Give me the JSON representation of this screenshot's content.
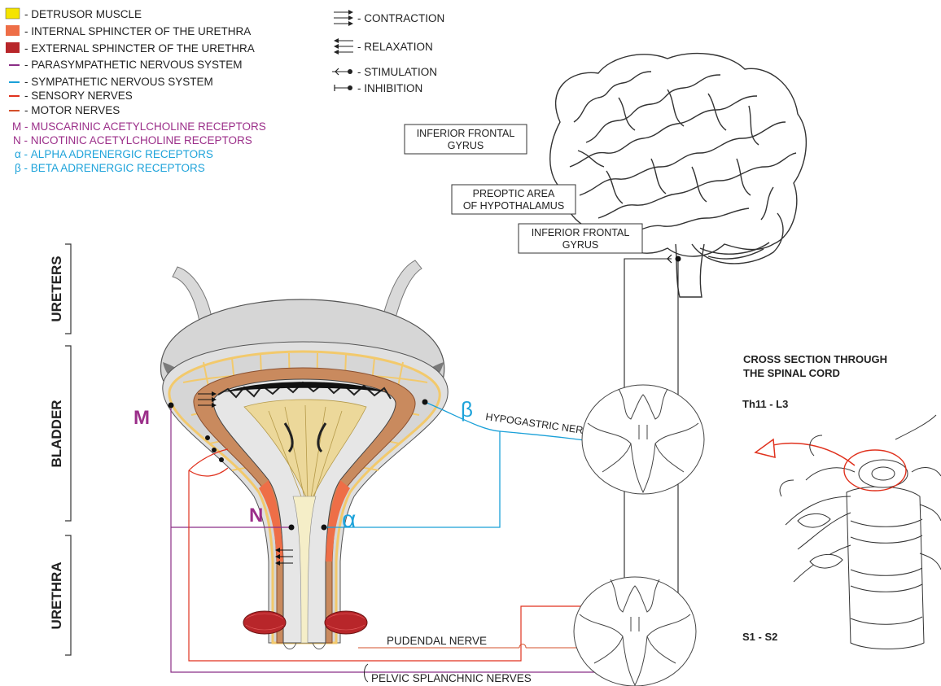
{
  "colors": {
    "detrusor": "#f5e400",
    "internal_sphincter": "#ee6e47",
    "external_sphincter": "#b8262a",
    "parasympathetic": "#8b2e86",
    "sympathetic": "#1aa0d8",
    "sensory": "#e0321e",
    "motor": "#d4502b",
    "muscarinic_text": "#9b2e89",
    "alpha_beta_text": "#1ea3da",
    "bladder_wall": "#c98a5e",
    "bladder_inner": "#f2c96c",
    "gray_shell": "#d8d8d8",
    "dark_gray": "#8e8e8e"
  },
  "legend": {
    "items": [
      {
        "text": "- DETRUSOR MUSCLE",
        "swatch": "detrusor"
      },
      {
        "text": "- INTERNAL SPHINCTER OF THE URETHRA",
        "swatch": "internal_sphincter"
      },
      {
        "text": "- EXTERNAL SPHINCTER OF THE URETHRA",
        "swatch": "external_sphincter"
      },
      {
        "text": "- PARASYMPATHETIC NERVOUS SYSTEM",
        "line": "parasympathetic"
      },
      {
        "text": "- SYMPATHETIC NERVOUS SYSTEM",
        "line": "sympathetic"
      },
      {
        "text": "- SENSORY NERVES",
        "line": "sensory"
      },
      {
        "text": "- MOTOR NERVES",
        "line": "motor"
      }
    ],
    "receptors": [
      {
        "text": "M - MUSCARINIC ACETYLCHOLINE RECEPTORS",
        "color": "muscarinic_text"
      },
      {
        "text": "N - NICOTINIC ACETYLCHOLINE RECEPTORS",
        "color": "muscarinic_text"
      },
      {
        "text": "α - ALPHA ADRENERGIC RECEPTORS",
        "color": "alpha_beta_text"
      },
      {
        "text": "β - BETA ADRENERGIC RECEPTORS",
        "color": "alpha_beta_text"
      }
    ],
    "symbols": [
      {
        "text": "- CONTRACTION",
        "kind": "contraction"
      },
      {
        "text": "- RELAXATION",
        "kind": "relaxation"
      },
      {
        "text": "- STIMULATION",
        "kind": "stimulation"
      },
      {
        "text": "- INHIBITION",
        "kind": "inhibition"
      }
    ]
  },
  "brain_labels": {
    "ifg_top_line1": "INFERIOR FRONTAL",
    "ifg_top_line2": "GYRUS",
    "preoptic_line1": "PREOPTIC AREA",
    "preoptic_line2": "OF HYPOTHALAMUS",
    "ifg_bottom_line1": "INFERIOR FRONTAL",
    "ifg_bottom_line2": "GYRUS"
  },
  "side_labels": {
    "ureters": "URETERS",
    "bladder": "BLADDER",
    "urethra": "URETHRA"
  },
  "receptor_marks": {
    "M": "M",
    "N": "N",
    "alpha": "α",
    "beta": "β"
  },
  "nerves": {
    "hypogastric": "HYPOGASTRIC NERVE",
    "pudendal": "PUDENDAL NERVE",
    "pelvic": "PELVIC SPLANCHNIC NERVES"
  },
  "spinal": {
    "title_line1": "CROSS SECTION THROUGH",
    "title_line2": "THE SPINAL CORD",
    "upper_level": "Th11 - L3",
    "lower_level": "S1 - S2"
  }
}
